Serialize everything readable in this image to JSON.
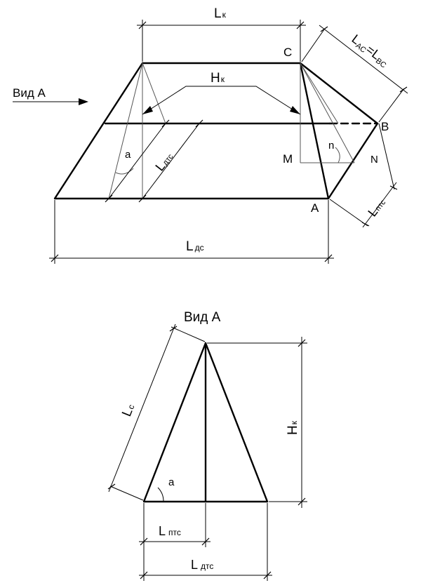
{
  "top_view": {
    "view_arrow_label": "Вид A",
    "dims": {
      "lk": {
        "main": "L",
        "sub": "к"
      },
      "lac_lbc": {
        "a": "L",
        "a_sub": "AC",
        "eq": "=",
        "b": "L",
        "b_sub": "BC"
      },
      "hk": {
        "main": "H",
        "sub": "к"
      },
      "ldtc": {
        "main": "L",
        "sub": "дтс"
      },
      "lptc": {
        "main": "L",
        "sub": "птс"
      },
      "ldc": {
        "main": "L",
        "sub": "дс"
      }
    },
    "points": {
      "a": "A",
      "b": "B",
      "c": "C",
      "m": "M",
      "n": "N"
    },
    "angles": {
      "alpha": "a",
      "n": "n"
    }
  },
  "side_view": {
    "title": "Вид A",
    "dims": {
      "lc": {
        "main": "L",
        "sub": "с"
      },
      "hk": {
        "main": "H",
        "sub": "к"
      },
      "lptc": {
        "main": "L",
        "sub": "птс"
      },
      "ldtc": {
        "main": "L",
        "sub": "дтс"
      }
    },
    "angles": {
      "alpha": "a"
    }
  }
}
